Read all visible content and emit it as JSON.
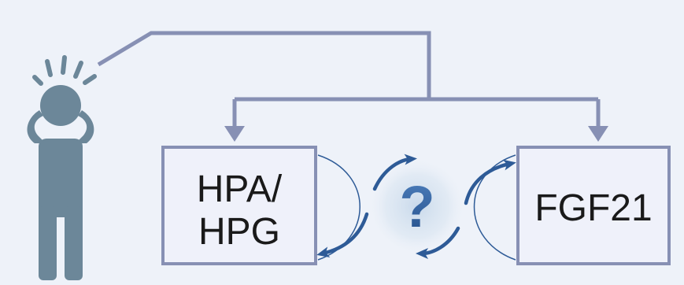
{
  "diagram": {
    "left_box": {
      "line1": "HPA/",
      "line2": "HPG"
    },
    "right_box": {
      "label": "FGF21"
    },
    "center": {
      "symbol": "?"
    },
    "icons": {
      "person": "stressed-person-icon",
      "center": "question-mark-icon"
    },
    "colors": {
      "background": "#eef2f9",
      "box_fill": "#eff1fa",
      "box_border": "#8790b4",
      "connector": "#8790b4",
      "arrow_cycle": "#2e5b97",
      "person": "#6c8799",
      "question": "#3b6aa8"
    }
  }
}
